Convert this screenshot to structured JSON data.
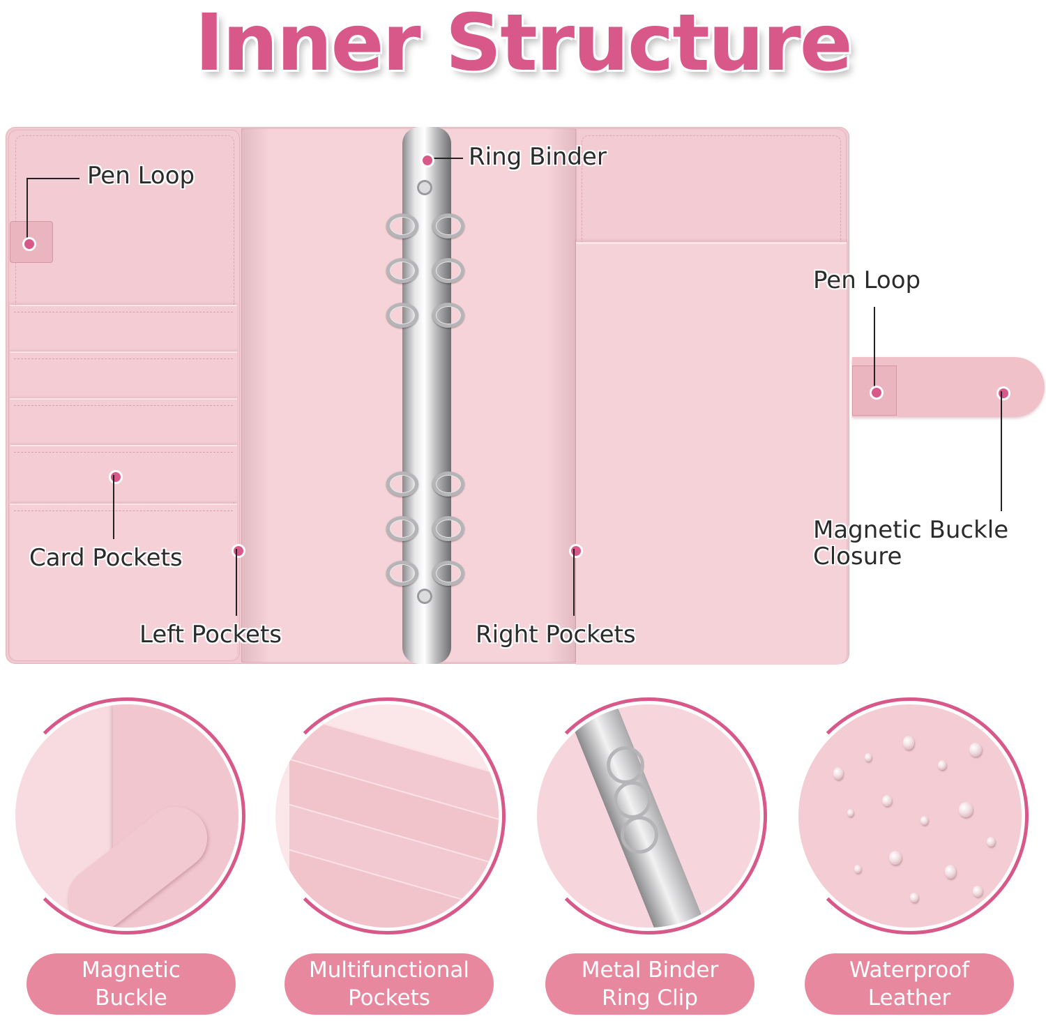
{
  "title": "Inner Structure",
  "colors": {
    "accent": "#d8588a",
    "pill": "#e8889f",
    "leather": "#f4cdd4"
  },
  "callouts": {
    "pen_loop_left": "Pen Loop",
    "ring_binder": "Ring Binder",
    "pen_loop_right": "Pen Loop",
    "magnetic_buckle_line1": "Magnetic Buckle",
    "magnetic_buckle_line2": "Closure",
    "card_pockets": "Card Pockets",
    "left_pockets": "Left Pockets",
    "right_pockets": "Right Pockets"
  },
  "features": [
    {
      "line1": "Magnetic",
      "line2": "Buckle"
    },
    {
      "line1": "Multifunctional",
      "line2": "Pockets"
    },
    {
      "line1": "Metal Binder",
      "line2": "Ring Clip"
    },
    {
      "line1": "Waterproof",
      "line2": "Leather"
    }
  ]
}
